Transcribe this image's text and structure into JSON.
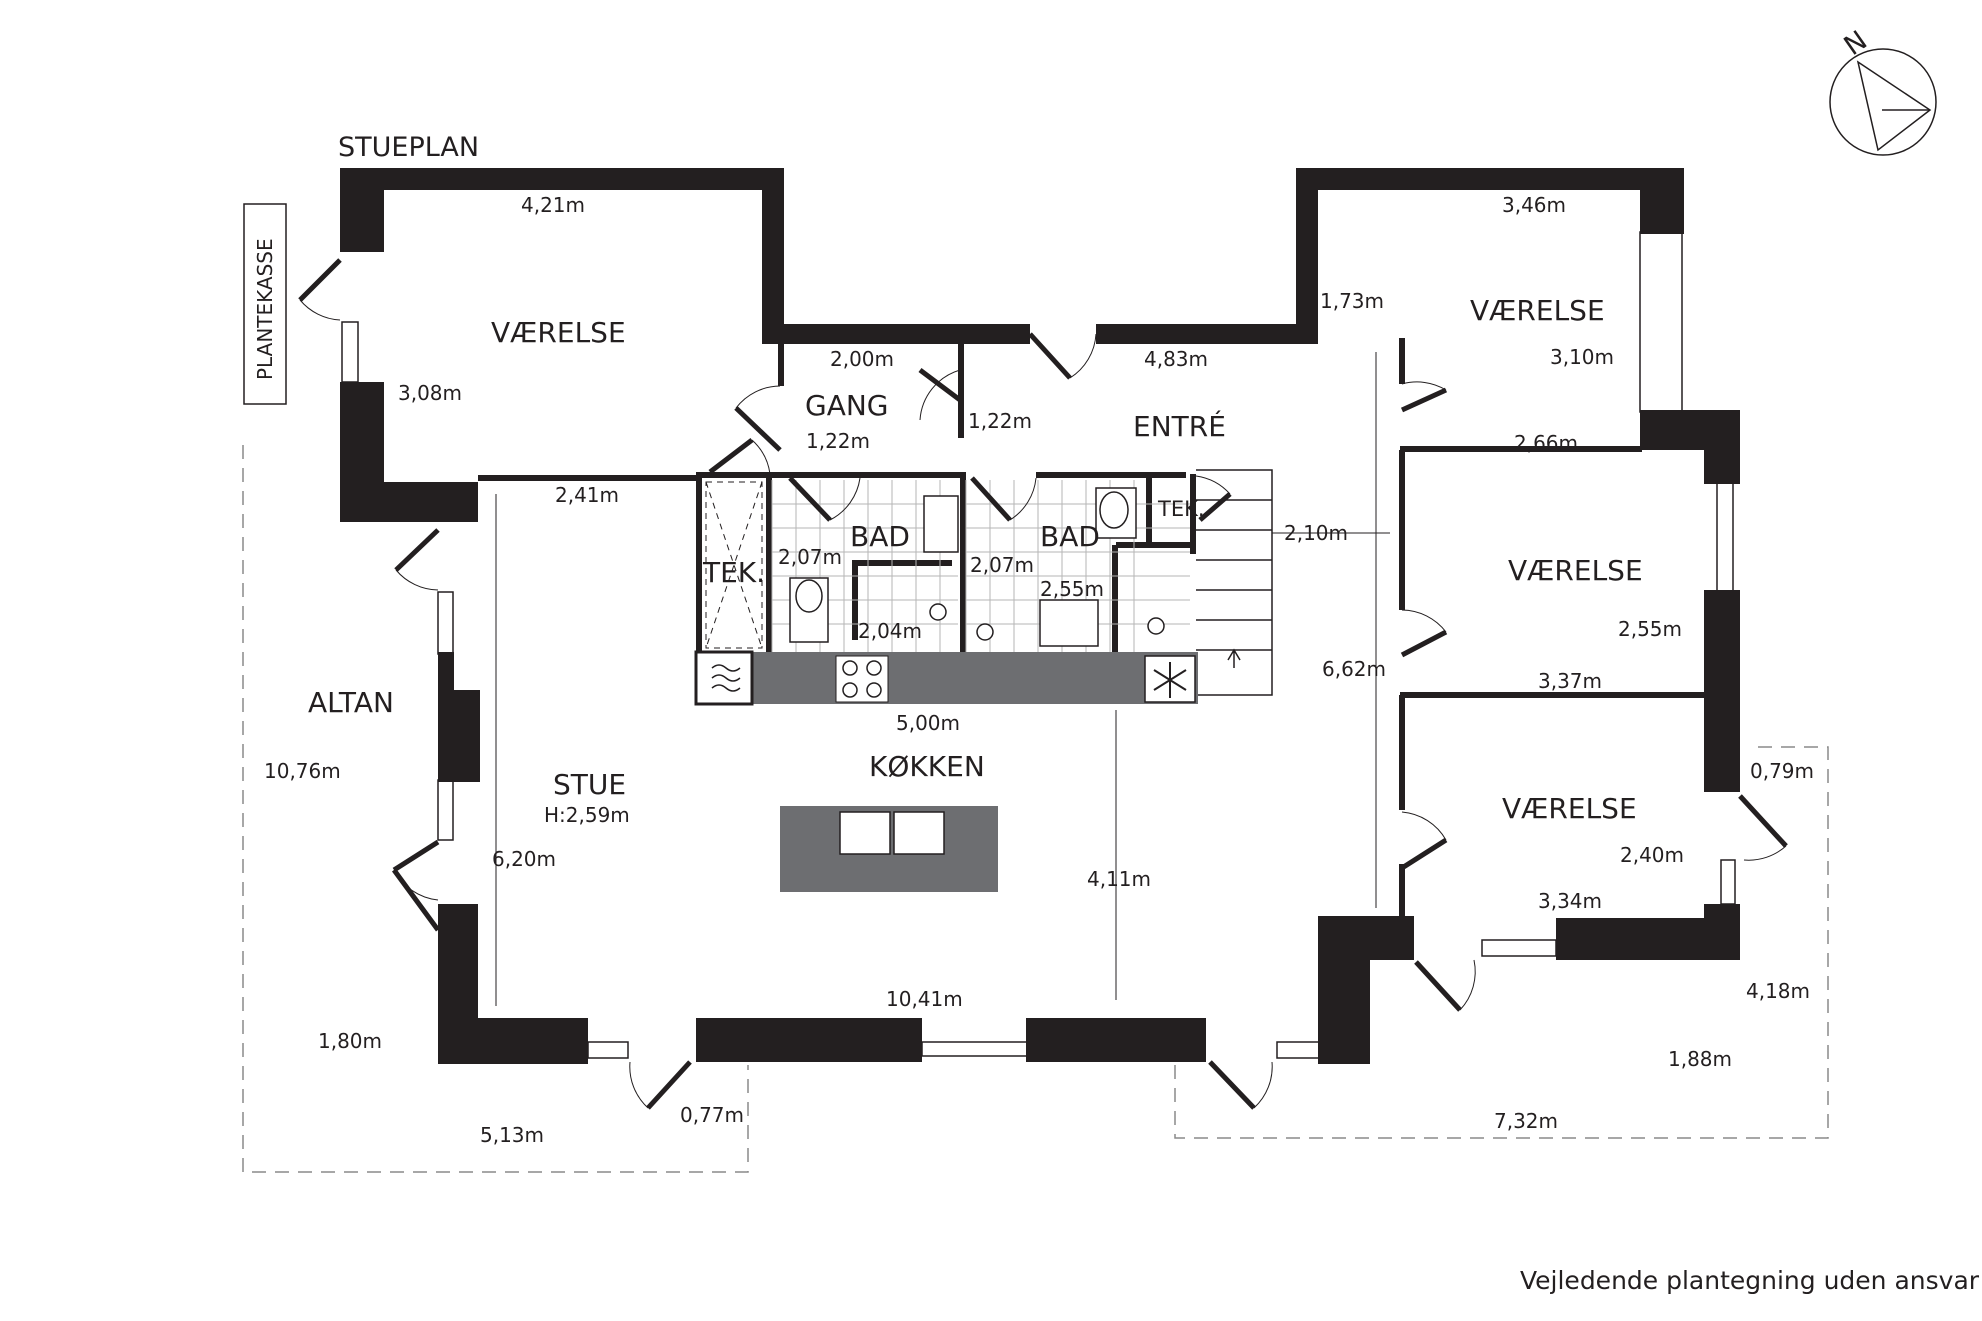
{
  "plan": {
    "title": "STUEPLAN",
    "note": "Vejledende plantegning uden ansvar",
    "north": "N",
    "colors": {
      "wall": "#231f20",
      "counter": "#6d6e71",
      "dash": "#8a8a8a"
    },
    "rooms": {
      "vaerelse_nw": "VÆRELSE",
      "gang": "GANG",
      "entre": "ENTRÉ",
      "vaerelse_ne": "VÆRELSE",
      "bad_left": "BAD",
      "bad_right": "BAD",
      "tek_left": "TEK.",
      "tek_right": "TEK.",
      "vaerelse_e": "VÆRELSE",
      "vaerelse_se": "VÆRELSE",
      "altan": "ALTAN",
      "stue": "STUE",
      "stue_height": "H:2,59m",
      "koekken": "KØKKEN",
      "plantekasse": "PLANTEKASSE"
    },
    "dims": {
      "d421": "4,21m",
      "d308": "3,08m",
      "d241": "2,41m",
      "d200": "2,00m",
      "d122_gang_w": "1,22m",
      "d122_gang": "1,22m",
      "d483": "4,83m",
      "d346": "3,46m",
      "d173": "1,73m",
      "d310": "3,10m",
      "d266": "2,66m",
      "d207_left": "2,07m",
      "d204": "2,04m",
      "d207_right": "2,07m",
      "d255_bad": "2,55m",
      "d210": "2,10m",
      "d255_room": "2,55m",
      "d337": "3,37m",
      "d662": "6,62m",
      "d500": "5,00m",
      "d1076": "10,76m",
      "d620": "6,20m",
      "d411": "4,11m",
      "d079": "0,79m",
      "d240": "2,40m",
      "d334": "3,34m",
      "d418": "4,18m",
      "d1041": "10,41m",
      "d180": "1,80m",
      "d077": "0,77m",
      "d513": "5,13m",
      "d188": "1,88m",
      "d732": "7,32m"
    }
  }
}
